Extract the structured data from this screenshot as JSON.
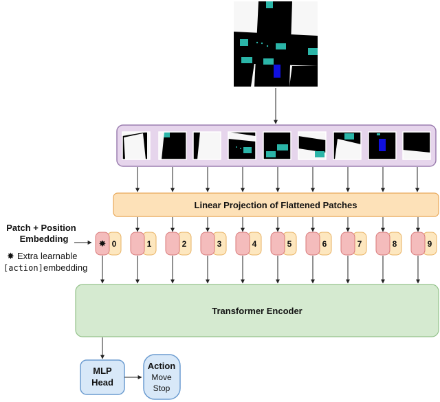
{
  "projection_label": "Linear Projection of Flattened Patches",
  "encoder_label": "Transformer Encoder",
  "embedding_title_line1": "Patch + Position",
  "embedding_title_line2": "Embedding",
  "legend_line1": "Extra learnable",
  "legend_code": "[action]",
  "legend_suffix": "embedding",
  "mlp_line1": "MLP",
  "mlp_line2": "Head",
  "action_title": "Action",
  "action_options": [
    "Move",
    "Stop"
  ],
  "position_ids": [
    "0",
    "1",
    "2",
    "3",
    "4",
    "5",
    "6",
    "7",
    "8",
    "9"
  ],
  "action_token_symbol": "✸",
  "colors": {
    "patch_strip_fill": "#e6d5ec",
    "patch_strip_stroke": "#9c7fb0",
    "projection_fill": "#fde1b8",
    "projection_stroke": "#e8a858",
    "encoder_fill": "#d5ead0",
    "encoder_stroke": "#93c28a",
    "pink_token": "#f4bcbc",
    "pink_token_stroke": "#d87878",
    "yellow_token": "#fde7bf",
    "yellow_token_stroke": "#e8b060",
    "head_fill": "#d8e8f8",
    "head_stroke": "#6c9cd0",
    "cyan_patch": "#2bb5a8",
    "blue_patch": "#1010e0"
  }
}
